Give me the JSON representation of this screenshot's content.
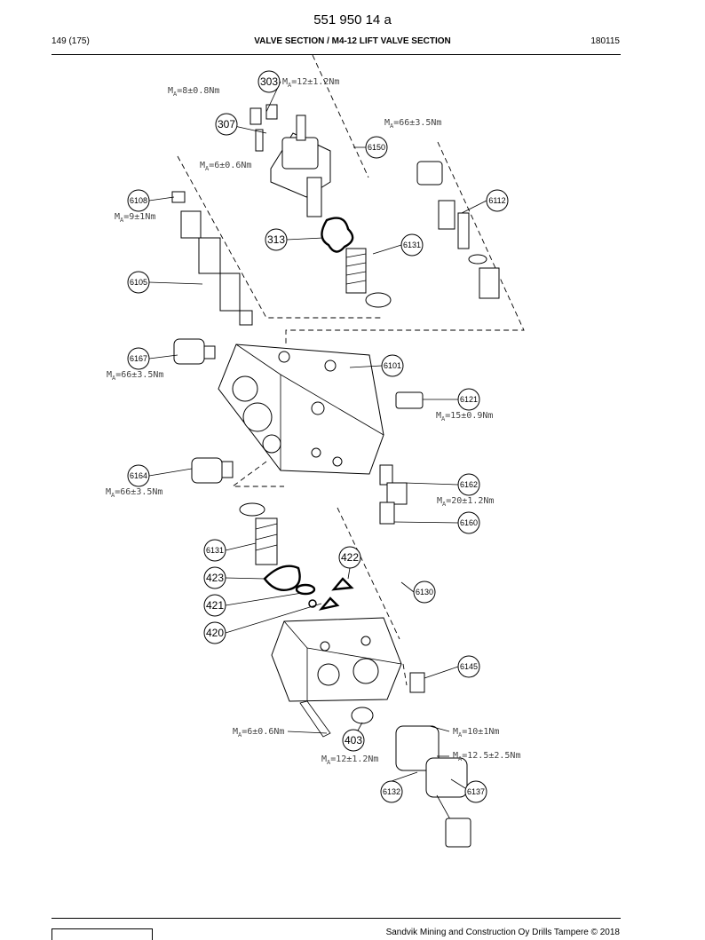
{
  "header": {
    "doc_number": "551 950 14 a",
    "page": "149 (175)",
    "title": "VALVE SECTION / M4-12 LIFT VALVE SECTION",
    "date": "180115"
  },
  "footer": {
    "copyright": "Sandvik Mining and Construction Oy Drills Tampere © 2018"
  },
  "callouts": [
    {
      "id": "303",
      "label": "303"
    },
    {
      "id": "307",
      "label": "307"
    },
    {
      "id": "6150",
      "label": "6150"
    },
    {
      "id": "6112",
      "label": "6112"
    },
    {
      "id": "6108",
      "label": "6108"
    },
    {
      "id": "313",
      "label": "313"
    },
    {
      "id": "6131a",
      "label": "6131"
    },
    {
      "id": "6105",
      "label": "6105"
    },
    {
      "id": "6101",
      "label": "6101"
    },
    {
      "id": "6167",
      "label": "6167"
    },
    {
      "id": "6121",
      "label": "6121"
    },
    {
      "id": "6164",
      "label": "6164"
    },
    {
      "id": "6162",
      "label": "6162"
    },
    {
      "id": "6160",
      "label": "6160"
    },
    {
      "id": "6131b",
      "label": "6131"
    },
    {
      "id": "422",
      "label": "422"
    },
    {
      "id": "423",
      "label": "423"
    },
    {
      "id": "6130",
      "label": "6130"
    },
    {
      "id": "421",
      "label": "421"
    },
    {
      "id": "420",
      "label": "420"
    },
    {
      "id": "6145",
      "label": "6145"
    },
    {
      "id": "403",
      "label": "403"
    },
    {
      "id": "6132",
      "label": "6132"
    },
    {
      "id": "6137",
      "label": "6137"
    }
  ],
  "torques": [
    {
      "id": "t303",
      "text": "=12±1.2Nm"
    },
    {
      "id": "t8",
      "text": "=8±0.8Nm"
    },
    {
      "id": "t6112",
      "text": "=66±3.5Nm"
    },
    {
      "id": "t6",
      "text": "=6±0.6Nm"
    },
    {
      "id": "t6108",
      "text": "=9±1Nm"
    },
    {
      "id": "t6167",
      "text": "=66±3.5Nm"
    },
    {
      "id": "t6121",
      "text": "=15±0.9Nm"
    },
    {
      "id": "t6164",
      "text": "=66±3.5Nm"
    },
    {
      "id": "t6162",
      "text": "=20±1.2Nm"
    },
    {
      "id": "t6bottom",
      "text": "=6±0.6Nm"
    },
    {
      "id": "t10",
      "text": "=10±1Nm"
    },
    {
      "id": "t12b",
      "text": "=12.5±2.5Nm"
    },
    {
      "id": "t403",
      "text": "=12±1.2Nm"
    }
  ]
}
